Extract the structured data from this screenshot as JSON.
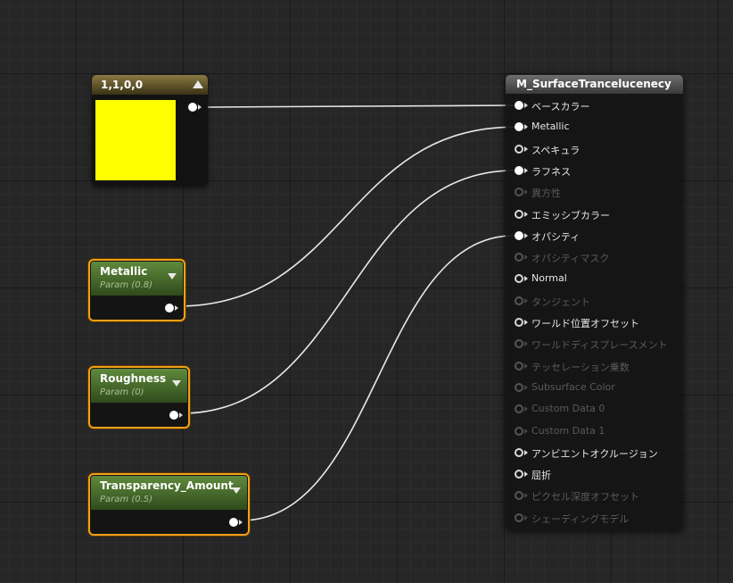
{
  "constant_node": {
    "title": "1,1,0,0",
    "color": "#ffff00"
  },
  "param_nodes": [
    {
      "title": "Metallic",
      "subtitle": "Param (0.8)"
    },
    {
      "title": "Roughness",
      "subtitle": "Param (0)"
    },
    {
      "title": "Transparency_Amount",
      "subtitle": "Param (0.5)"
    }
  ],
  "material_node": {
    "title": "M_SurfaceTrancelucenecy",
    "inputs": [
      {
        "label": "ベースカラー",
        "state": "connected"
      },
      {
        "label": "Metallic",
        "state": "connected"
      },
      {
        "label": "スペキュラ",
        "state": "active"
      },
      {
        "label": "ラフネス",
        "state": "connected"
      },
      {
        "label": "異方性",
        "state": "disabled"
      },
      {
        "label": "エミッシブカラー",
        "state": "active"
      },
      {
        "label": "オパシティ",
        "state": "connected"
      },
      {
        "label": "オパシティマスク",
        "state": "disabled"
      },
      {
        "label": "Normal",
        "state": "active"
      },
      {
        "label": "タンジェント",
        "state": "disabled"
      },
      {
        "label": "ワールド位置オフセット",
        "state": "active"
      },
      {
        "label": "ワールドディスプレースメント",
        "state": "disabled"
      },
      {
        "label": "テッセレーション乗数",
        "state": "disabled"
      },
      {
        "label": "Subsurface Color",
        "state": "disabled"
      },
      {
        "label": "Custom Data 0",
        "state": "disabled"
      },
      {
        "label": "Custom Data 1",
        "state": "disabled"
      },
      {
        "label": "アンビエントオクルージョン",
        "state": "active"
      },
      {
        "label": "屈折",
        "state": "active"
      },
      {
        "label": "ピクセル深度オフセット",
        "state": "disabled"
      },
      {
        "label": "シェーディングモデル",
        "state": "disabled"
      }
    ]
  },
  "connections": [
    {
      "from": "constant_node",
      "to": "ベースカラー"
    },
    {
      "from": "Metallic",
      "to": "Metallic"
    },
    {
      "from": "Roughness",
      "to": "ラフネス"
    },
    {
      "from": "Transparency_Amount",
      "to": "オパシティ"
    }
  ]
}
